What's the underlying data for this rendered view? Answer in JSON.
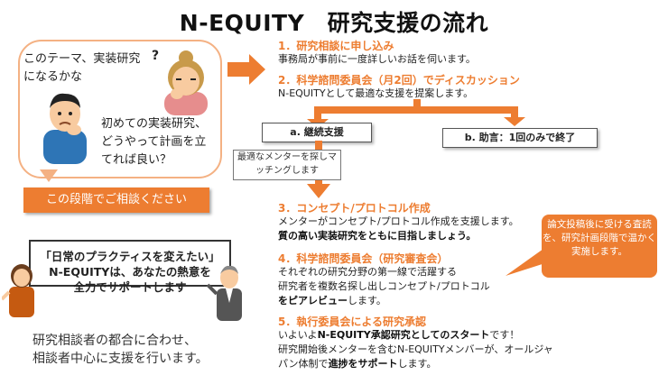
{
  "title": "N-EQUITY　研究支援の流れ",
  "bubble": {
    "question1": "このテーマ、実装研究になるかな",
    "question_mark": "?",
    "question2": "初めての実装研究、どうやって計画を立てれば良い？"
  },
  "consult_button": "この段階でご相談ください",
  "steps": {
    "step1": {
      "title": "1．研究相談に申し込み",
      "body": "事務局が事前に一度詳しいお話を伺います。"
    },
    "step2": {
      "title": "2．科学諮問委員会（月2回）でディスカッション",
      "body": "N-EQUITYとして最適な支援を提案します。"
    },
    "branch_a": {
      "label": "a. 継続支援",
      "note": "最適なメンターを探しマッチングします"
    },
    "branch_b": {
      "label": "b. 助言：1回のみで終了"
    },
    "step3": {
      "title": "3．コンセプト/プロトコル作成",
      "body1": "メンターがコンセプト/プロトコル作成を支援します。",
      "body2": "質の高い実装研究をともに目指しましょう。"
    },
    "step4": {
      "title": "4．科学諮問委員会（研究審査会）",
      "body1": "それぞれの研究分野の第一線で活躍する",
      "body2_pre": "研究者を複数名探し出しコンセプト/プロトコル",
      "body3_bold": "をピアレビュー",
      "body3_post": "します。"
    },
    "step5": {
      "title": "5．執行委員会による研究承認",
      "body1_pre": "いよいよ",
      "body1_bold": "N-EQUITY承認研究としてのスタート",
      "body1_post": "です！",
      "body2": "研究開始後メンターを含むN-EQUITYメンバーが、オールジャ",
      "body3_pre": "パン体制で",
      "body3_bold": "進捗をサポート",
      "body3_post": "します。"
    }
  },
  "callout": "論文投稿後に受ける査読を、研究計画段階で温かく実施します。",
  "slogan": {
    "line1": "「日常のプラクティスを変えたい」",
    "line2": "N-EQUITYは、あなたの熱意を",
    "line3": "全力でサポートします"
  },
  "footer": {
    "line1": "研究相談者の都合に合わせ、",
    "line2": "相談者中心に支援を行います。"
  },
  "colors": {
    "accent": "#ed7d31",
    "bubble_border": "#f4b183"
  }
}
